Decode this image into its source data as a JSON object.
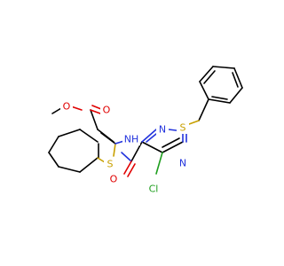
{
  "molecule": {
    "atoms": {
      "O1": {
        "text": "O",
        "color": "#e00000"
      },
      "O2": {
        "text": "O",
        "color": "#e00000"
      },
      "O3": {
        "text": "O",
        "color": "#e00000"
      },
      "NH": {
        "text": "NH",
        "color": "#2233dd"
      },
      "N1": {
        "text": "N",
        "color": "#2233dd"
      },
      "N2": {
        "text": "N",
        "color": "#2233dd"
      },
      "S1": {
        "text": "S",
        "color": "#c8a000"
      },
      "S2": {
        "text": "S",
        "color": "#c8a000"
      },
      "Cl": {
        "text": "Cl",
        "color": "#1e9e1e"
      }
    },
    "colors": {
      "bond": "#000000",
      "oxygen": "#e00000",
      "nitrogen": "#2233dd",
      "sulfur": "#c8a000",
      "chlorine": "#1e9e1e"
    }
  }
}
